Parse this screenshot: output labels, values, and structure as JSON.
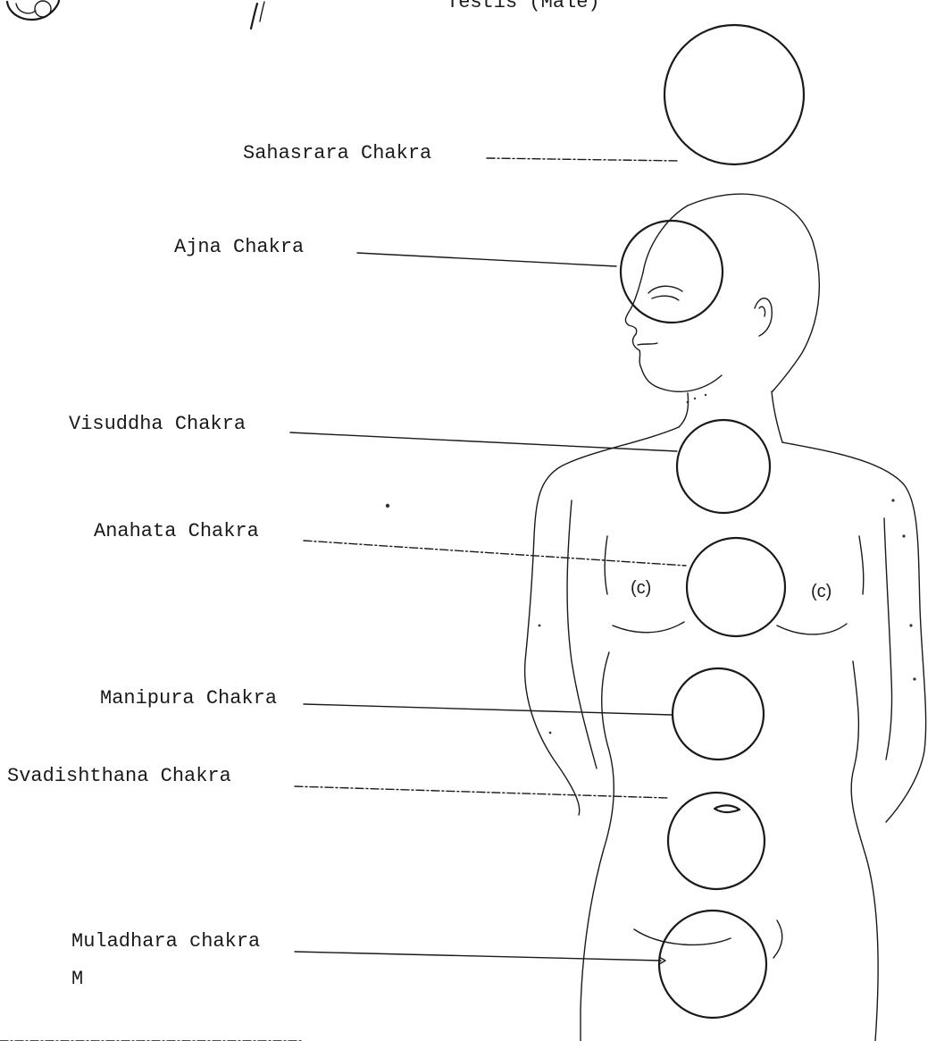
{
  "header": {
    "caption_fragment": "Testis (Male)"
  },
  "chakras": [
    {
      "id": "sahasrara",
      "label": "Sahasrara Chakra"
    },
    {
      "id": "ajna",
      "label": "Ajna Chakra"
    },
    {
      "id": "visuddha",
      "label": "Visuddha Chakra"
    },
    {
      "id": "anahata",
      "label": "Anahata Chakra"
    },
    {
      "id": "manipura",
      "label": "Manipura Chakra"
    },
    {
      "id": "svadishthana",
      "label": "Svadishthana Chakra"
    },
    {
      "id": "muladhara",
      "label": "Muladhara chakra"
    }
  ],
  "footer": {
    "initial": "M"
  },
  "colors": {
    "ink": "#1a1a1a",
    "paper": "#ffffff"
  }
}
